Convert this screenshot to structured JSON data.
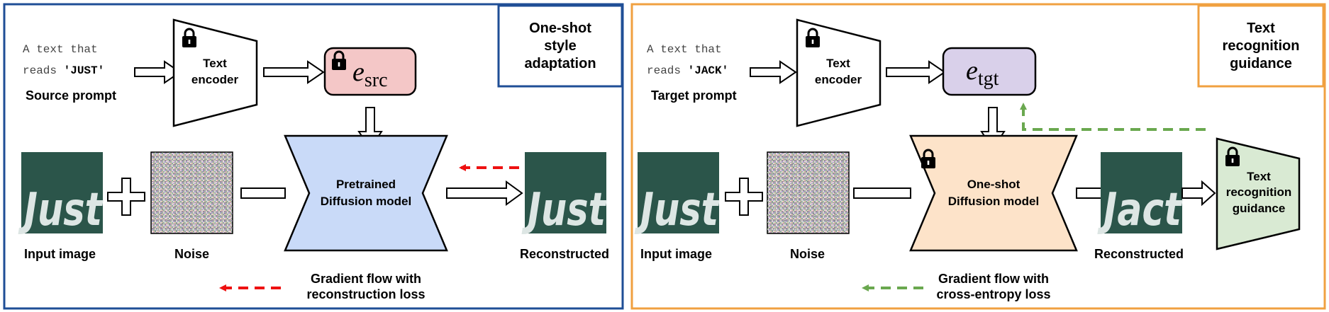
{
  "left": {
    "badge": [
      "One-shot",
      "style",
      "adaptation"
    ],
    "prompt_line1": "A text that",
    "prompt_reads": "reads ",
    "prompt_word": "'JUST'",
    "prompt_label": "Source prompt",
    "encoder": [
      "Text",
      "encoder"
    ],
    "embedding_base": "e",
    "embedding_sub": "src",
    "model": [
      "Pretrained",
      "Diffusion model"
    ],
    "input_label": "Input image",
    "noise_label": "Noise",
    "output_label": "Reconstructed",
    "legend": [
      "Gradient flow with",
      "reconstruction loss"
    ],
    "input_word": "Just",
    "output_word": "Just"
  },
  "right": {
    "badge": [
      "Text",
      "recognition",
      "guidance"
    ],
    "prompt_line1": "A text that",
    "prompt_reads": "reads ",
    "prompt_word": "'JACK'",
    "prompt_label": "Target prompt",
    "encoder": [
      "Text",
      "encoder"
    ],
    "embedding_base": "e",
    "embedding_sub": "tgt",
    "model": [
      "One-shot",
      "Diffusion model"
    ],
    "input_label": "Input image",
    "noise_label": "Noise",
    "output_label": "Reconstructed",
    "recognizer": [
      "Text",
      "recognition",
      "guidance"
    ],
    "legend": [
      "Gradient flow with",
      "cross-entropy loss"
    ],
    "input_word": "Just",
    "output_word": "Jact"
  },
  "colors": {
    "left_border": "#1f4e96",
    "right_border": "#f0a040",
    "src_embedding": "#f4c7c7",
    "tgt_embedding": "#d9d0ea",
    "pretrained_model": "#c9daf8",
    "oneshot_model": "#fde3c9",
    "recognizer": "#d9ead3",
    "image_bg": "#2e5a4f",
    "red_arrow": "#ee1111",
    "green_arrow": "#6aa84f"
  },
  "icons": [
    "lock-icon",
    "plus-icon",
    "hollow-arrow-icon"
  ]
}
